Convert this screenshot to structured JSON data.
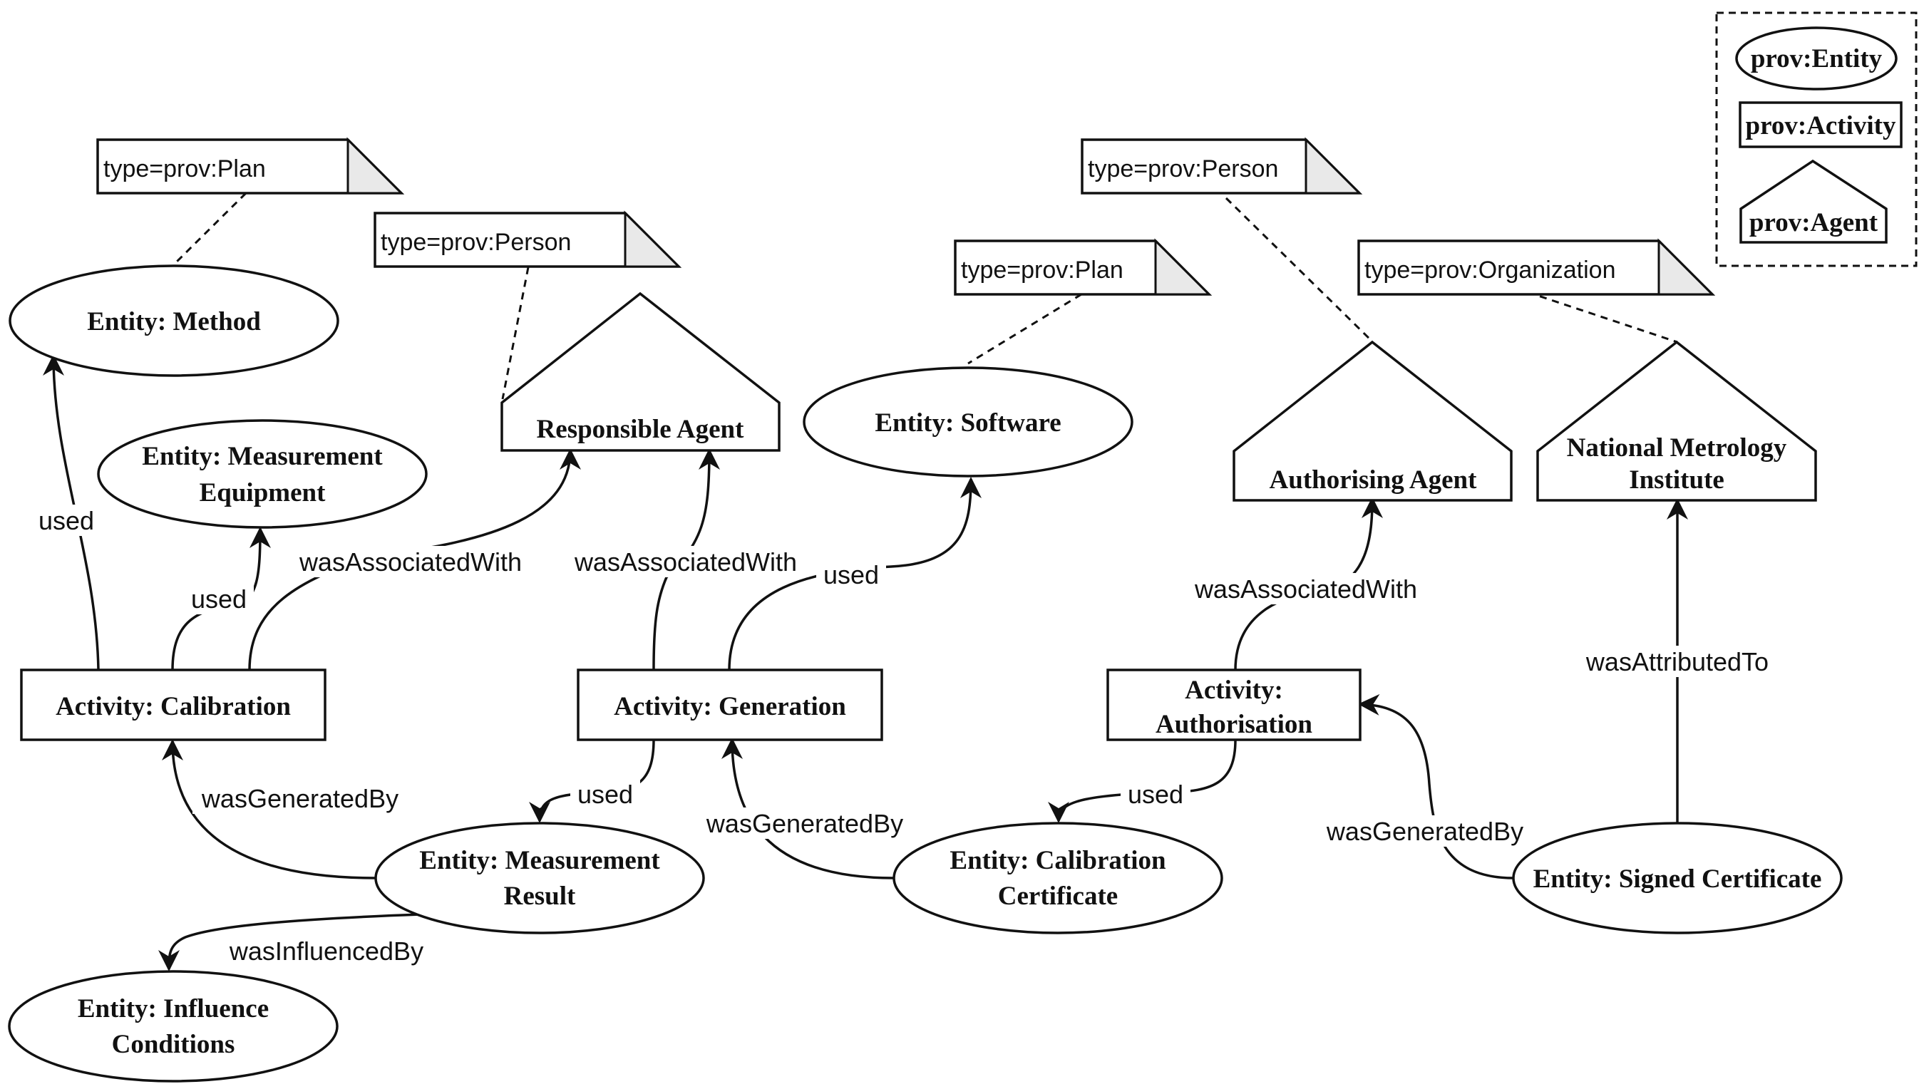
{
  "legend": {
    "entity": "prov:Entity",
    "activity": "prov:Activity",
    "agent": "prov:Agent"
  },
  "notes": {
    "method_plan": "type=prov:Plan",
    "responsible_person": "type=prov:Person",
    "software_plan": "type=prov:Plan",
    "authorising_person": "type=prov:Person",
    "nmi_org": "type=prov:Organization"
  },
  "entities": {
    "method": [
      "Entity: Method"
    ],
    "equipment": [
      "Entity: Measurement",
      "Equipment"
    ],
    "software": [
      "Entity: Software"
    ],
    "result": [
      "Entity: Measurement",
      "Result"
    ],
    "certificate": [
      "Entity: Calibration",
      "Certificate"
    ],
    "signed": [
      "Entity: Signed Certificate"
    ],
    "influence": [
      "Entity: Influence",
      "Conditions"
    ]
  },
  "activities": {
    "calibration": [
      "Activity: Calibration"
    ],
    "generation": [
      "Activity: Generation"
    ],
    "authorisation": [
      "Activity:",
      "Authorisation"
    ]
  },
  "agents": {
    "responsible": [
      "Responsible Agent"
    ],
    "authorising": [
      "Authorising Agent"
    ],
    "nmi": [
      "National Metrology",
      "Institute"
    ]
  },
  "relations": {
    "cal_used_method": "used",
    "cal_used_equipment": "used",
    "cal_assoc_responsible": "wasAssociatedWith",
    "gen_assoc_responsible": "wasAssociatedWith",
    "gen_used_software": "used",
    "auth_assoc_authorising": "wasAssociatedWith",
    "signed_attributed_nmi": "wasAttributedTo",
    "result_generated_cal": "wasGeneratedBy",
    "gen_used_result": "used",
    "cert_generated_gen": "wasGeneratedBy",
    "auth_used_cert": "used",
    "signed_generated_auth": "wasGeneratedBy",
    "result_influenced_influence": "wasInfluencedBy"
  }
}
